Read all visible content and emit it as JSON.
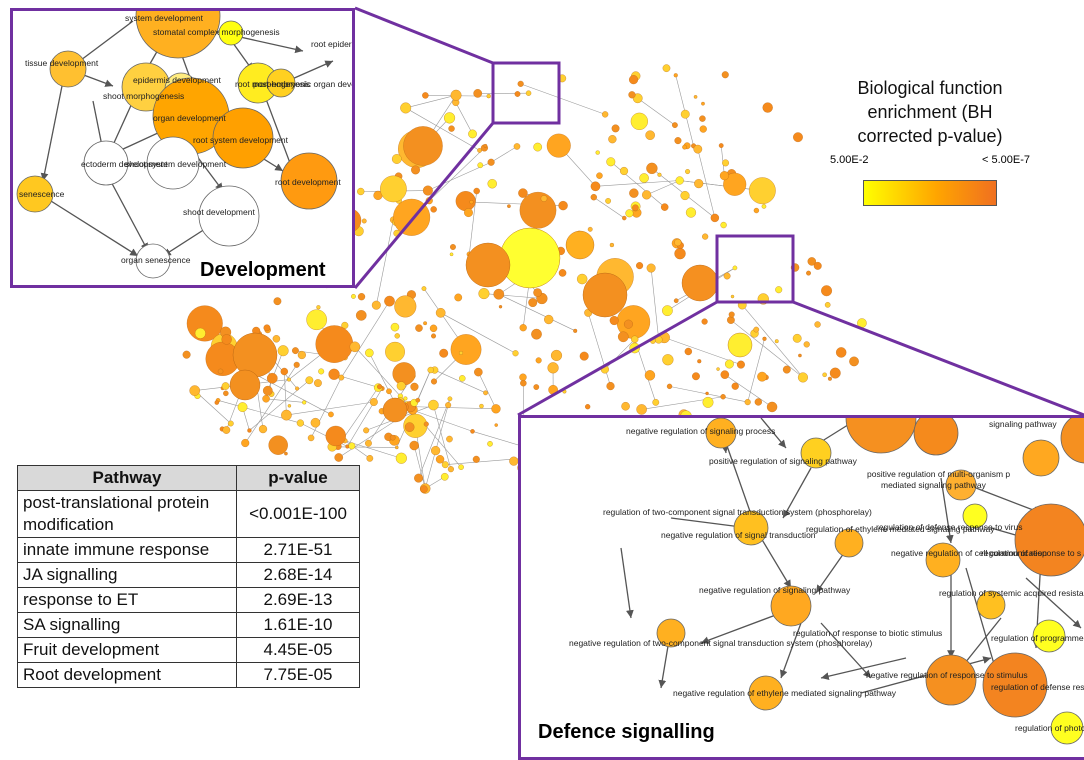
{
  "legend": {
    "title": "Biological function enrichment (BH corrected p-value)",
    "min_label": "5.00E-2",
    "max_label": "< 5.00E-7",
    "colors": [
      "#ffff00",
      "#f07020"
    ]
  },
  "table": {
    "headers": [
      "Pathway",
      "p-value"
    ],
    "rows": [
      {
        "pathway": "post-translational protein modification",
        "pvalue": "<0.001E-100"
      },
      {
        "pathway": "innate immune response",
        "pvalue": "2.71E-51"
      },
      {
        "pathway": "JA signalling",
        "pvalue": "2.68E-14"
      },
      {
        "pathway": "response to ET",
        "pvalue": "2.69E-13"
      },
      {
        "pathway": "SA signalling",
        "pvalue": "1.61E-10"
      },
      {
        "pathway": "Fruit development",
        "pvalue": "4.45E-05"
      },
      {
        "pathway": "Root development",
        "pvalue": "7.75E-05"
      }
    ]
  },
  "insets": {
    "development": {
      "title": "Development",
      "node_labels": [
        "system development",
        "stomatal complex morphogenesis",
        "root epider",
        "tissue development",
        "epidermis development",
        "root morphogenesis",
        "post-embryonic organ develop",
        "shoot morphogenesis",
        "organ development",
        "root system development",
        "ectoderm development",
        "shoot system development",
        "root development",
        "senescence",
        "shoot development",
        "organ senescence"
      ]
    },
    "defence": {
      "title": "Defence signalling",
      "node_labels": [
        "negative regulation of signaling process",
        "signaling pathway",
        "positive regulation of signaling pathway",
        "positive regulation of multi-organism p",
        "mediated signaling pathway",
        "regulation of two-component signal transduction system (phosphorelay)",
        "negative regulation of signal transduction",
        "regulation of ethylene mediated signaling pathway",
        "regulation of defense response to virus",
        "negative regulation of cell communication",
        "regulation of response to s",
        "negative regulation of signaling pathway",
        "regulation of systemic acquired resistance",
        "negative regulation of two-component signal transduction system (phosphorelay)",
        "regulation of response to biotic stimulus",
        "regulation of programmed",
        "negative regulation of response to stimulus",
        "regulation of defense response",
        "negative regulation of ethylene mediated signaling pathway",
        "regulation of photomorp"
      ]
    }
  }
}
